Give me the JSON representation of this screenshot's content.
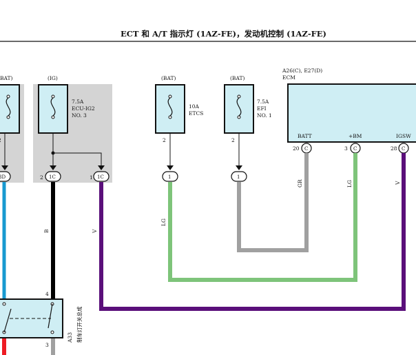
{
  "title": "ECT 和 A/T 指示灯 (1AZ-FE)，发动机控制 (1AZ-FE)",
  "fuse_groups": {
    "left_partial": {
      "supply": "BAT)",
      "pin": "2",
      "connector": "3D"
    },
    "ig": {
      "supply": "(IG)",
      "fuse_lines": [
        "7.5A",
        "ECU-IG2",
        "NO. 3"
      ],
      "pin_left": "2",
      "conn_left": "1C",
      "pin_right": "1",
      "conn_right": "1C"
    },
    "etcs": {
      "supply": "(BAT)",
      "fuse_lines": [
        "10A",
        "ETCS"
      ],
      "pin": "2",
      "connector": "1"
    },
    "efi": {
      "supply": "(BAT)",
      "fuse_lines": [
        "7.5A",
        "EFI",
        "NO. 1"
      ],
      "pin": "2",
      "connector": "1"
    }
  },
  "ecm": {
    "ref": "A26(C), E27(D)",
    "name": "ECM",
    "terminals": [
      {
        "label": "BATT",
        "pin": "20",
        "conn": "C"
      },
      {
        "label": "+BM",
        "pin": "3",
        "conn": "C"
      },
      {
        "label": "IGSW",
        "pin": "28",
        "conn": "C"
      }
    ]
  },
  "wires": {
    "b": "B",
    "v_left": "V",
    "lg": "LG",
    "gr": "GR",
    "lg_ecm": "LG",
    "v_ecm": "V"
  },
  "colors": {
    "black": "#000000",
    "violet": "#5a0f7a",
    "green": "#7ec47a",
    "gray": "#a0a0a0",
    "cyan": "#189ad0",
    "red": "#ee1c24",
    "panel": "#cfeef4",
    "shade": "#d4d4d4"
  },
  "switch": {
    "ref": "A33",
    "name": "制车灯开关总成",
    "pin_top": "4",
    "pin_bottom": "3"
  }
}
